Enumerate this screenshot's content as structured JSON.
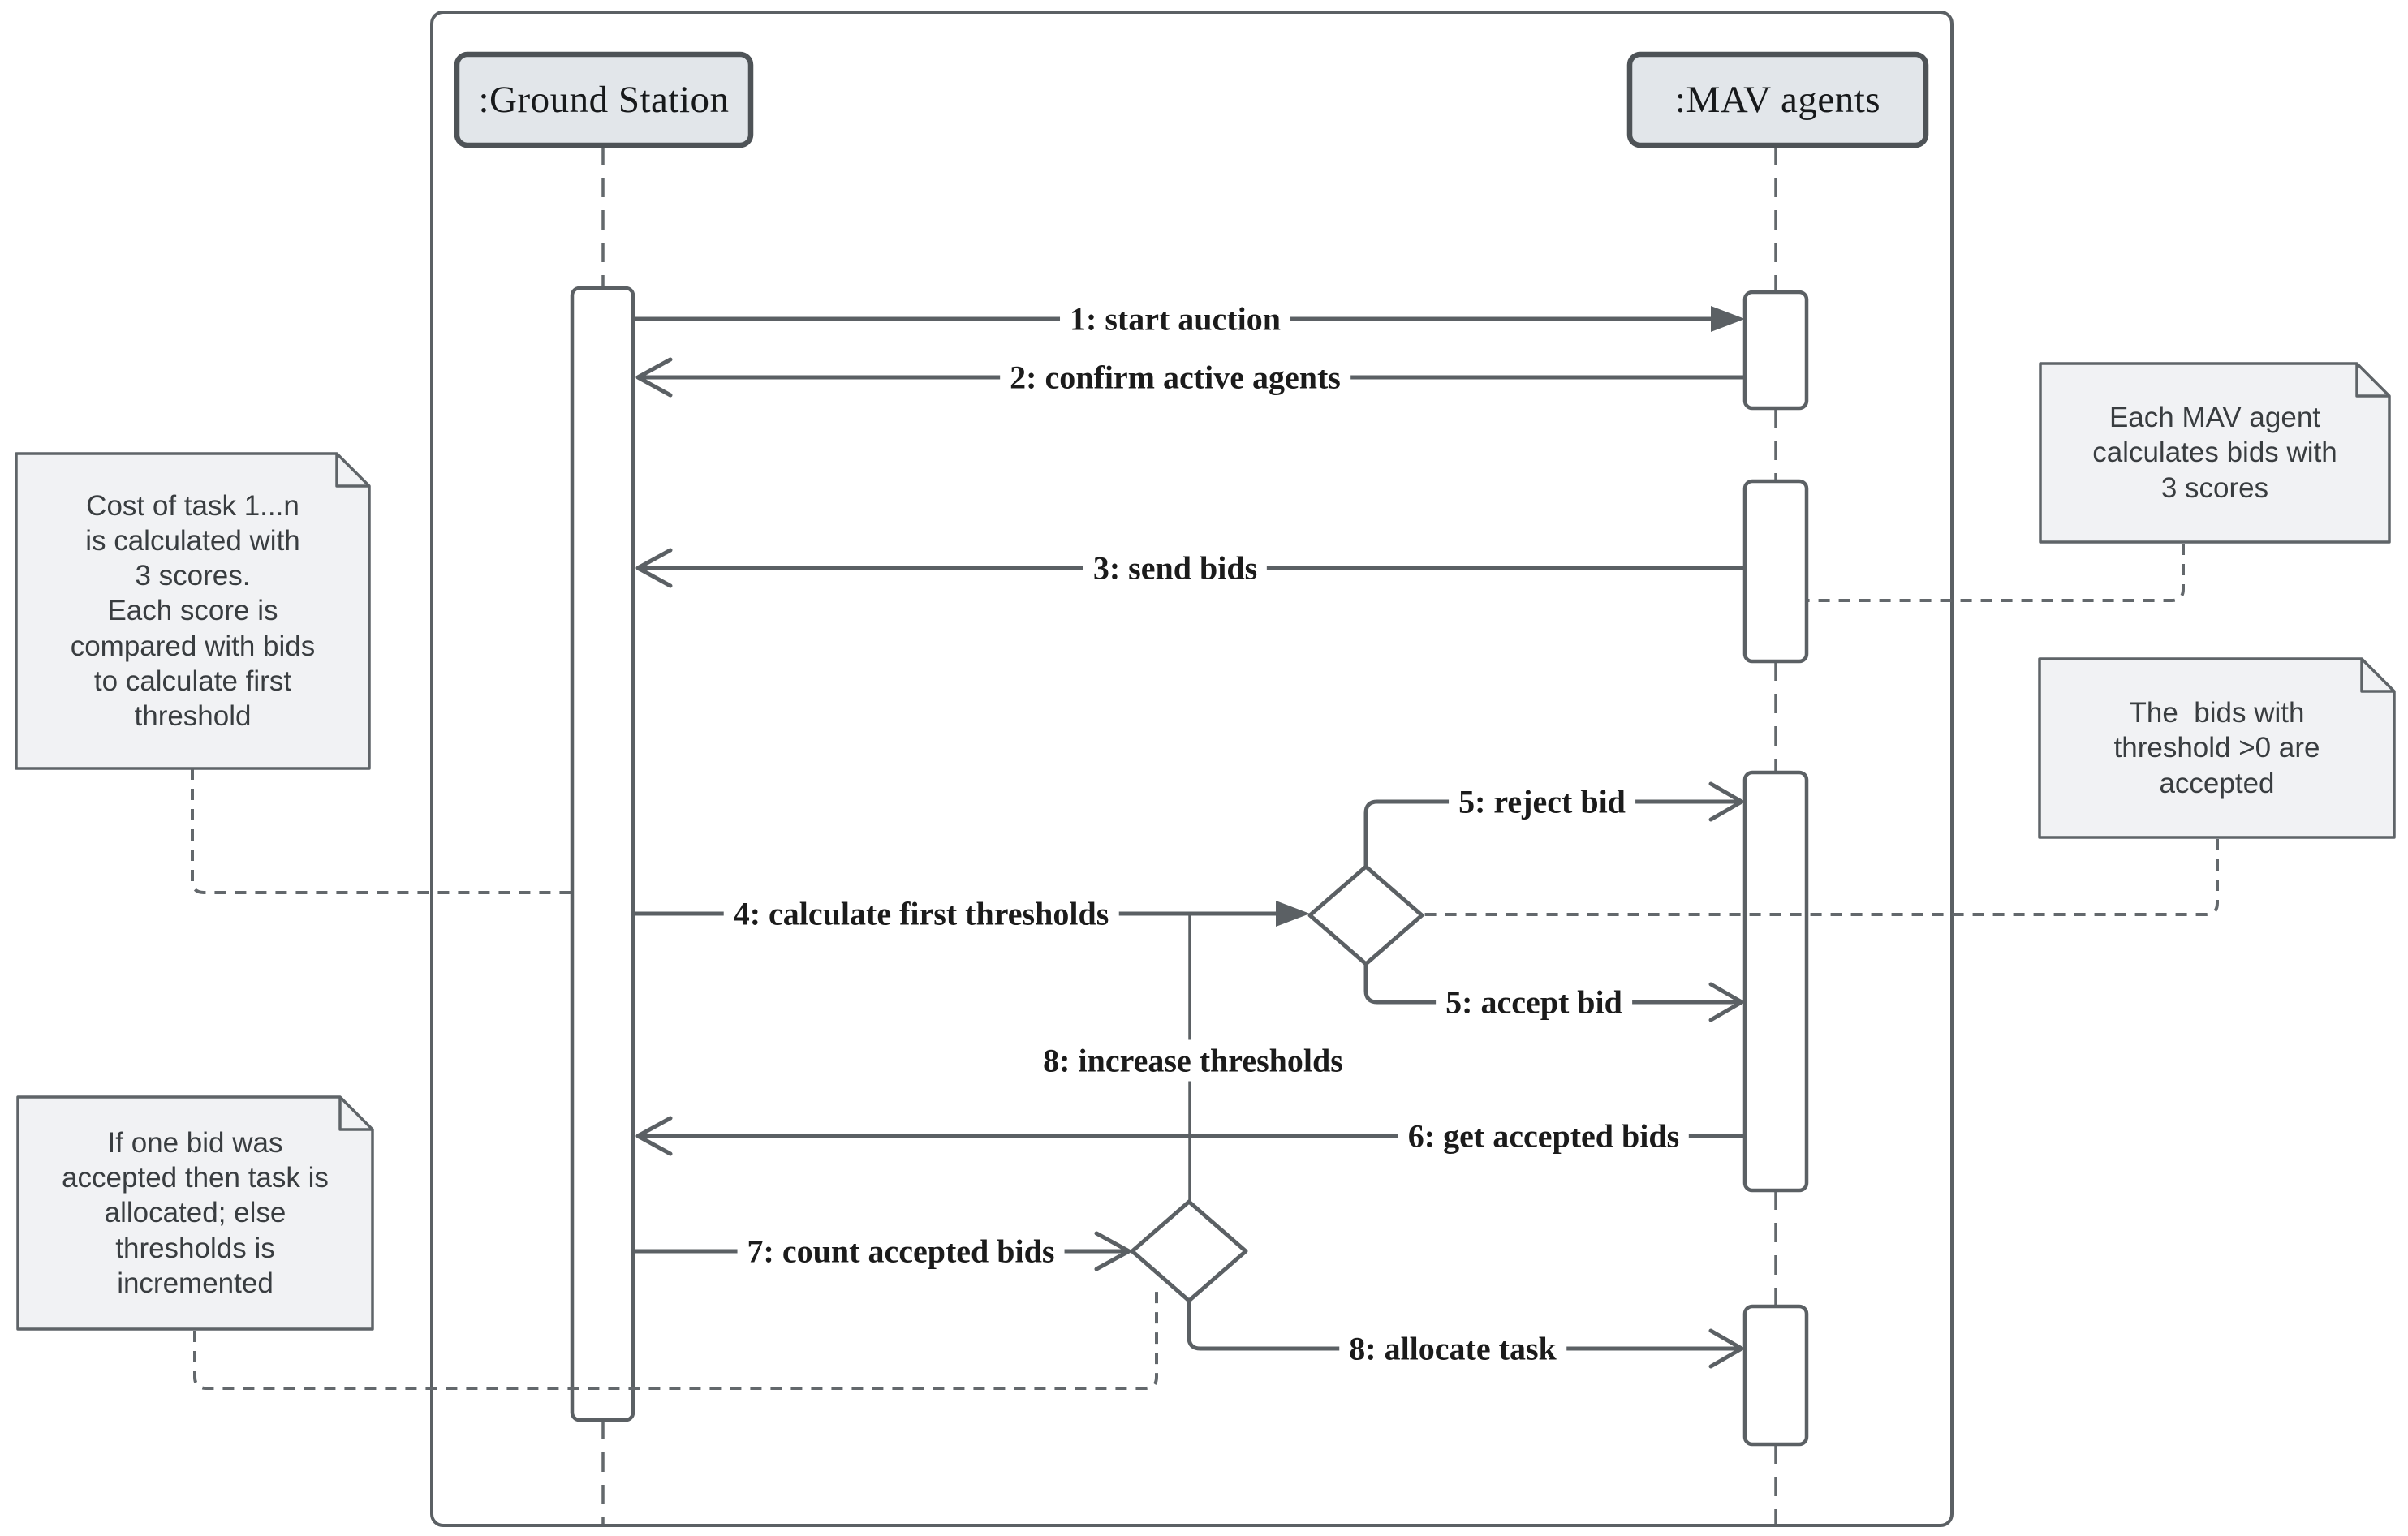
{
  "diagram": {
    "type": "uml-sequence-diagram",
    "actors": {
      "ground_station": ":Ground Station",
      "mav_agents": ":MAV agents"
    },
    "messages": {
      "start_auction": "1: start auction",
      "confirm_active_agents": "2: confirm active agents",
      "send_bids": "3: send bids",
      "calculate_first_thresholds": "4: calculate first thresholds",
      "reject_bid": "5: reject bid",
      "accept_bid": "5: accept bid",
      "get_accepted_bids": "6: get accepted bids",
      "count_accepted_bids": "7: count accepted bids",
      "increase_thresholds": "8: increase thresholds",
      "allocate_task": "8: allocate task"
    },
    "notes": {
      "cost_of_task": "Cost of task 1...n\nis calculated with\n3 scores.\nEach score is\ncompared with bids\nto calculate first\nthreshold",
      "each_mav_agent": "Each MAV agent\ncalculates bids with\n3 scores",
      "bids_with_threshold": "The  bids with\nthreshold >0 are\naccepted",
      "if_one_bid": "If one bid was\naccepted then task is\nallocated; else\nthresholds is\nincremented"
    },
    "colors": {
      "line": "#5b6064",
      "dashed_line": "#63686c",
      "actor_fill": "#e2e6ea",
      "note_fill": "#f1f2f4",
      "text": "#1b1b1b",
      "note_text": "#393d40",
      "background": "#ffffff"
    }
  }
}
